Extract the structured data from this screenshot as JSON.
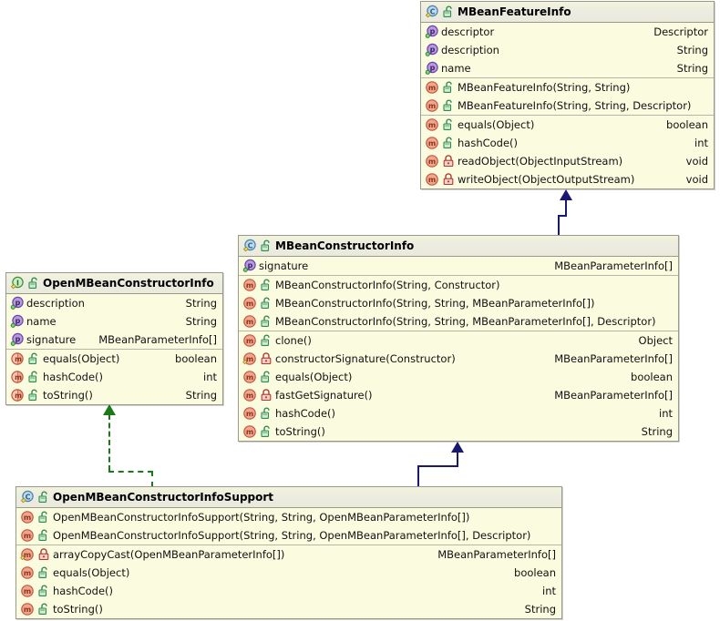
{
  "diagram": {
    "type": "uml-class-diagram",
    "background": "#ffffff",
    "colors": {
      "box_fill": "#fbfbe0",
      "box_border": "#9a9a8c",
      "header_gradient_top": "#f3f3dc",
      "header_gradient_bottom": "#e9e9dc",
      "generalization": "#191970",
      "realization": "#1a7a1a",
      "class_icon": "#6aa8d8",
      "interface_icon": "#5ec75e",
      "field_icon": "#9b6ed8",
      "method_icon": "#e8795a"
    }
  },
  "classes": [
    {
      "id": "mbean-feature-info",
      "name": "MBeanFeatureInfo",
      "stereotype_icon": "class-icon",
      "visibility_icon": "lock-open-icon",
      "sections": [
        {
          "kind": "fields",
          "rows": [
            {
              "icon": "field-icon",
              "lock": "none",
              "name": "descriptor",
              "type": "Descriptor"
            },
            {
              "icon": "field-icon",
              "lock": "none",
              "name": "description",
              "type": "String"
            },
            {
              "icon": "field-icon",
              "lock": "none",
              "name": "name",
              "type": "String"
            }
          ]
        },
        {
          "kind": "constructors",
          "rows": [
            {
              "icon": "method-icon",
              "lock": "lock-open-icon",
              "name": "MBeanFeatureInfo(String, String)",
              "type": ""
            },
            {
              "icon": "method-icon",
              "lock": "lock-open-icon",
              "name": "MBeanFeatureInfo(String, String, Descriptor)",
              "type": ""
            }
          ]
        },
        {
          "kind": "methods",
          "rows": [
            {
              "icon": "method-icon",
              "lock": "lock-open-icon",
              "name": "equals(Object)",
              "type": "boolean"
            },
            {
              "icon": "method-icon",
              "lock": "lock-open-icon",
              "name": "hashCode()",
              "type": "int"
            },
            {
              "icon": "method-icon",
              "lock": "lock-closed-icon",
              "name": "readObject(ObjectInputStream)",
              "type": "void"
            },
            {
              "icon": "method-icon",
              "lock": "lock-closed-icon",
              "name": "writeObject(ObjectOutputStream)",
              "type": "void"
            }
          ]
        }
      ]
    },
    {
      "id": "mbean-constructor-info",
      "name": "MBeanConstructorInfo",
      "stereotype_icon": "class-icon",
      "visibility_icon": "lock-open-icon",
      "sections": [
        {
          "kind": "fields",
          "rows": [
            {
              "icon": "field-icon",
              "lock": "none",
              "name": "signature",
              "type": "MBeanParameterInfo[]"
            }
          ]
        },
        {
          "kind": "constructors",
          "rows": [
            {
              "icon": "method-icon",
              "lock": "lock-open-icon",
              "name": "MBeanConstructorInfo(String, Constructor)",
              "type": ""
            },
            {
              "icon": "method-icon",
              "lock": "lock-open-icon",
              "name": "MBeanConstructorInfo(String, String, MBeanParameterInfo[])",
              "type": ""
            },
            {
              "icon": "method-icon",
              "lock": "lock-open-icon",
              "name": "MBeanConstructorInfo(String, String, MBeanParameterInfo[], Descriptor)",
              "type": ""
            }
          ]
        },
        {
          "kind": "methods",
          "rows": [
            {
              "icon": "method-icon",
              "lock": "lock-open-icon",
              "name": "clone()",
              "type": "Object"
            },
            {
              "icon": "method-static-icon",
              "lock": "lock-closed-icon",
              "name": "constructorSignature(Constructor)",
              "type": "MBeanParameterInfo[]"
            },
            {
              "icon": "method-icon",
              "lock": "lock-open-icon",
              "name": "equals(Object)",
              "type": "boolean"
            },
            {
              "icon": "method-icon",
              "lock": "lock-closed-icon",
              "name": "fastGetSignature()",
              "type": "MBeanParameterInfo[]"
            },
            {
              "icon": "method-icon",
              "lock": "lock-open-icon",
              "name": "hashCode()",
              "type": "int"
            },
            {
              "icon": "method-icon",
              "lock": "lock-open-icon",
              "name": "toString()",
              "type": "String"
            }
          ]
        }
      ]
    },
    {
      "id": "open-mbean-constructor-info",
      "name": "OpenMBeanConstructorInfo",
      "stereotype_icon": "interface-icon",
      "visibility_icon": "lock-open-icon",
      "sections": [
        {
          "kind": "fields",
          "rows": [
            {
              "icon": "field-icon",
              "lock": "none",
              "name": "description",
              "type": "String"
            },
            {
              "icon": "field-icon",
              "lock": "none",
              "name": "name",
              "type": "String"
            },
            {
              "icon": "field-icon",
              "lock": "none",
              "name": "signature",
              "type": "MBeanParameterInfo[]"
            }
          ]
        },
        {
          "kind": "methods",
          "rows": [
            {
              "icon": "method-abstract-icon",
              "lock": "lock-open-icon",
              "name": "equals(Object)",
              "type": "boolean"
            },
            {
              "icon": "method-abstract-icon",
              "lock": "lock-open-icon",
              "name": "hashCode()",
              "type": "int"
            },
            {
              "icon": "method-abstract-icon",
              "lock": "lock-open-icon",
              "name": "toString()",
              "type": "String"
            }
          ]
        }
      ]
    },
    {
      "id": "open-mbean-constructor-info-support",
      "name": "OpenMBeanConstructorInfoSupport",
      "stereotype_icon": "class-icon",
      "visibility_icon": "lock-open-icon",
      "sections": [
        {
          "kind": "constructors",
          "rows": [
            {
              "icon": "method-icon",
              "lock": "lock-open-icon",
              "name": "OpenMBeanConstructorInfoSupport(String, String, OpenMBeanParameterInfo[])",
              "type": ""
            },
            {
              "icon": "method-icon",
              "lock": "lock-open-icon",
              "name": "OpenMBeanConstructorInfoSupport(String, String, OpenMBeanParameterInfo[], Descriptor)",
              "type": ""
            }
          ]
        },
        {
          "kind": "methods",
          "rows": [
            {
              "icon": "method-static-icon",
              "lock": "lock-closed-icon",
              "name": "arrayCopyCast(OpenMBeanParameterInfo[])",
              "type": "MBeanParameterInfo[]"
            },
            {
              "icon": "method-icon",
              "lock": "lock-open-icon",
              "name": "equals(Object)",
              "type": "boolean"
            },
            {
              "icon": "method-icon",
              "lock": "lock-open-icon",
              "name": "hashCode()",
              "type": "int"
            },
            {
              "icon": "method-icon",
              "lock": "lock-open-icon",
              "name": "toString()",
              "type": "String"
            }
          ]
        }
      ]
    }
  ],
  "relations": [
    {
      "id": "rel-generalization-constructorinfo-featureinfo",
      "kind": "generalization",
      "from": "mbean-constructor-info",
      "to": "mbean-feature-info",
      "style": "solid",
      "color": "#191970"
    },
    {
      "id": "rel-generalization-support-constructorinfo",
      "kind": "generalization",
      "from": "open-mbean-constructor-info-support",
      "to": "mbean-constructor-info",
      "style": "solid",
      "color": "#191970"
    },
    {
      "id": "rel-realization-support-openinfo",
      "kind": "realization",
      "from": "open-mbean-constructor-info-support",
      "to": "open-mbean-constructor-info",
      "style": "dashed",
      "color": "#1a7a1a"
    }
  ]
}
